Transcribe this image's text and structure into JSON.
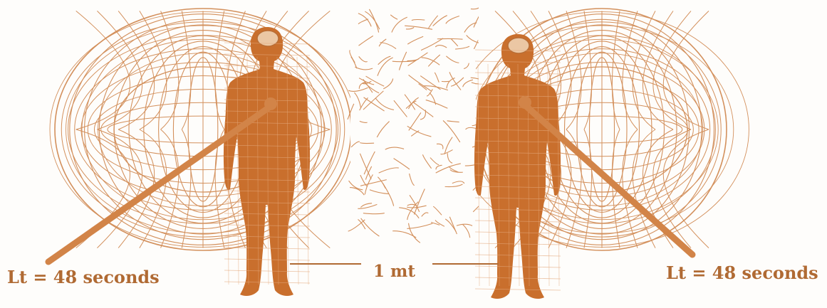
{
  "labels": {
    "left": "Lt = 48 seconds",
    "right": "Lt = 48 seconds",
    "distance": "1 mt"
  },
  "colors": {
    "mesh": "#d3905c",
    "figure": "#c96f2d",
    "beam": "#d28448",
    "text": "#b06a33",
    "background": "#fefdfb"
  }
}
